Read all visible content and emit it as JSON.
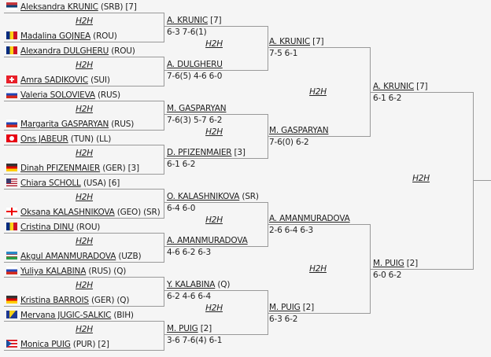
{
  "h2h_label": "H2H",
  "round1": [
    [
      {
        "flag": "SRB",
        "name": "Aleksandra KRUNIC",
        "suffix": " (SRB) [7]"
      },
      {
        "flag": "ROU",
        "name": "Madalina GOJNEA",
        "suffix": " (ROU)"
      }
    ],
    [
      {
        "flag": "ROU",
        "name": "Alexandra DULGHERU",
        "suffix": " (ROU)"
      },
      {
        "flag": "SUI",
        "name": "Amra SADIKOVIC",
        "suffix": " (SUI)"
      }
    ],
    [
      {
        "flag": "RUS",
        "name": "Valeria SOLOVIEVA",
        "suffix": " (RUS)"
      },
      {
        "flag": "RUS",
        "name": "Margarita GASPARYAN",
        "suffix": " (RUS)"
      }
    ],
    [
      {
        "flag": "TUN",
        "name": "Ons JABEUR",
        "suffix": " (TUN) (LL)"
      },
      {
        "flag": "GER",
        "name": "Dinah PFIZENMAIER",
        "suffix": " (GER) [3]"
      }
    ],
    [
      {
        "flag": "USA",
        "name": "Chiara SCHOLL",
        "suffix": " (USA) [6]"
      },
      {
        "flag": "GEO",
        "name": "Oksana KALASHNIKOVA",
        "suffix": " (GEO) (SR)"
      }
    ],
    [
      {
        "flag": "ROU",
        "name": "Cristina DINU",
        "suffix": " (ROU)"
      },
      {
        "flag": "UZB",
        "name": "Akgul AMANMURADOVA",
        "suffix": " (UZB)"
      }
    ],
    [
      {
        "flag": "RUS",
        "name": "Yuliya KALABINA",
        "suffix": " (RUS) (Q)"
      },
      {
        "flag": "GER",
        "name": "Kristina BARROIS",
        "suffix": " (GER) (Q)"
      }
    ],
    [
      {
        "flag": "BIH",
        "name": "Mervana JUGIC-SALKIC",
        "suffix": " (BIH)"
      },
      {
        "flag": "PUR",
        "name": "Monica PUIG",
        "suffix": " (PUR) [2]"
      }
    ]
  ],
  "round2": [
    {
      "name": "A. KRUNIC",
      "suffix": " [7]",
      "score": "6-3 7-6(1)"
    },
    {
      "name": "A. DULGHERU",
      "suffix": "",
      "score": "7-6(5) 4-6 6-0"
    },
    {
      "name": "M. GASPARYAN",
      "suffix": "",
      "score": "7-6(3) 5-7 6-2"
    },
    {
      "name": "D. PFIZENMAIER",
      "suffix": " [3]",
      "score": "6-1 6-2"
    },
    {
      "name": "O. KALASHNIKOVA",
      "suffix": " (SR)",
      "score": "6-4 6-0"
    },
    {
      "name": "A. AMANMURADOVA",
      "suffix": "",
      "score": "4-6 6-2 6-3"
    },
    {
      "name": "Y. KALABINA",
      "suffix": " (Q)",
      "score": "6-2 4-6 6-4"
    },
    {
      "name": "M. PUIG",
      "suffix": " [2]",
      "score": "3-6 7-6(4) 6-1"
    }
  ],
  "round3": [
    {
      "name": "A. KRUNIC",
      "suffix": " [7]",
      "score": "7-5 6-1"
    },
    {
      "name": "M. GASPARYAN",
      "suffix": "",
      "score": "7-6(0) 6-2"
    },
    {
      "name": "A. AMANMURADOVA",
      "suffix": "",
      "score": "2-6 6-4 6-3"
    },
    {
      "name": "M. PUIG",
      "suffix": " [2]",
      "score": "6-3 6-2"
    }
  ],
  "round4": [
    {
      "name": "A. KRUNIC",
      "suffix": " [7]",
      "score": "6-1 6-2"
    },
    {
      "name": "M. PUIG",
      "suffix": " [2]",
      "score": "6-0 6-2"
    }
  ]
}
